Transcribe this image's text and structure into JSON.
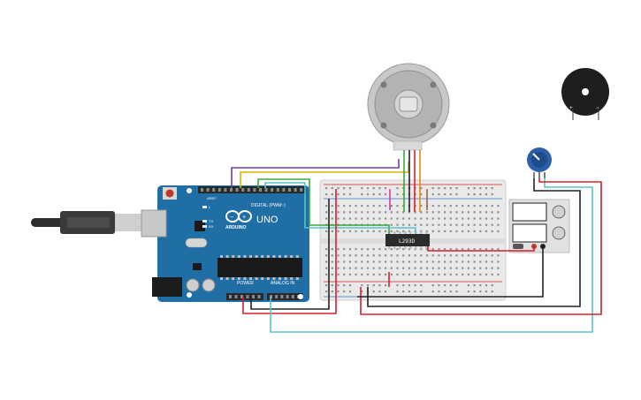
{
  "board": {
    "brand": "ARDUINO",
    "model": "UNO",
    "digital_header": "DIGITAL (PWM~)",
    "power_header": "POWER",
    "analog_header": "ANALOG IN",
    "aref": "AREF",
    "gnd": "GND",
    "tx_label": "TX",
    "rx_label": "RX",
    "l_label": "L"
  },
  "driver_chip": {
    "label": "L293D"
  },
  "colors": {
    "board_blue": "#1f6ea6",
    "wire_purple": "#7a3aa8",
    "wire_yellow": "#e2b100",
    "wire_green": "#3aa83a",
    "wire_teal": "#58c3c9",
    "wire_red": "#d4232a",
    "wire_black": "#222222",
    "wire_orange": "#e08a1a"
  },
  "components": {
    "motor": "dc-motor-with-encoder",
    "buzzer": "piezo-buzzer",
    "pot": "potentiometer",
    "supply": "dual-power-supply"
  }
}
